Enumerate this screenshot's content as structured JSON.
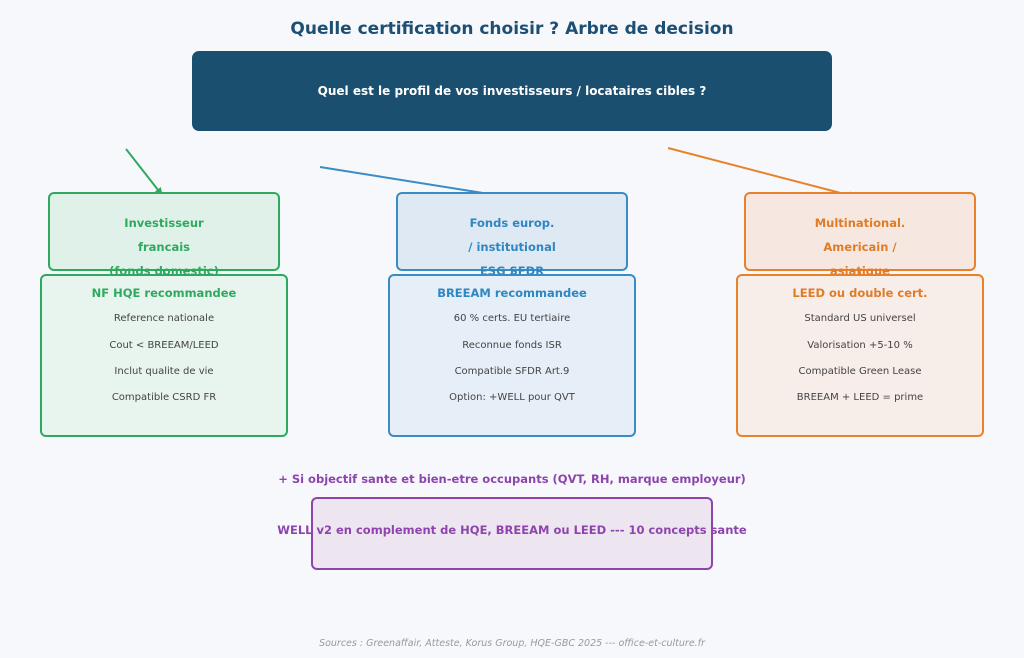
{
  "title": "Quelle certification choisir ? Arbre de decision",
  "root_question": "Quel est le profil de vos investisseurs / locataires cibles ?",
  "colors": {
    "root": "#1a4f70",
    "green": "#2eaa5f",
    "blue": "#3a8cc4",
    "orange": "#e8822a",
    "purple": "#8e44ad"
  },
  "branches": [
    {
      "profile_lines": [
        "Investisseur",
        "francais",
        "(fonds domestic)"
      ],
      "recommendation": "NF HQE recommandee",
      "items": [
        "Reference nationale",
        "Cout < BREEAM/LEED",
        "Inclut qualite de vie",
        "Compatible CSRD FR"
      ]
    },
    {
      "profile_lines": [
        "Fonds europ.",
        "/ institutional",
        "ESG SFDR"
      ],
      "recommendation": "BREEAM recommandee",
      "items": [
        "60 % certs. EU tertiaire",
        "Reconnue fonds ISR",
        "Compatible SFDR Art.9",
        "Option: +WELL pour QVT"
      ]
    },
    {
      "profile_lines": [
        "Multinational.",
        "Americain /",
        "asiatique"
      ],
      "recommendation": "LEED ou double cert.",
      "items": [
        "Standard US universel",
        "Valorisation +5-10 %",
        "Compatible Green Lease",
        "BREEAM + LEED = prime"
      ]
    }
  ],
  "well_note": "+ Si objectif sante et bien-etre occupants (QVT, RH, marque employeur)",
  "well_box": "WELL v2 en complement de HQE, BREEAM ou LEED --- 10 concepts sante",
  "sources": "Sources : Greenaffair, Atteste, Korus Group, HQE-GBC 2025 --- office-et-culture.fr"
}
